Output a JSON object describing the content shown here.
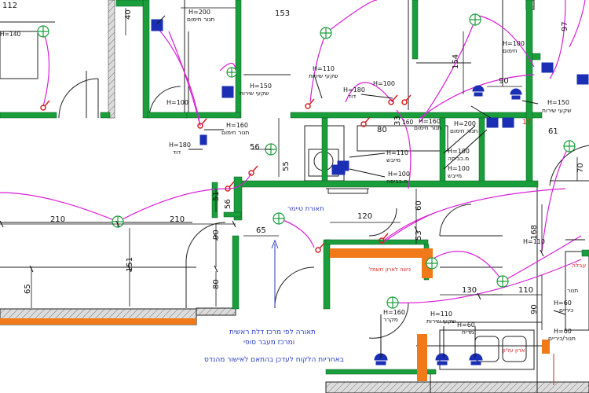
{
  "dimensions": [
    {
      "id": "d112",
      "text": "112"
    },
    {
      "id": "d140",
      "text": "H=140"
    },
    {
      "id": "d40",
      "text": "40"
    },
    {
      "id": "d153",
      "text": "153"
    },
    {
      "id": "d154",
      "text": "154"
    },
    {
      "id": "d90a",
      "text": "90"
    },
    {
      "id": "d97",
      "text": "97"
    },
    {
      "id": "d56a",
      "text": "56"
    },
    {
      "id": "d55",
      "text": "55"
    },
    {
      "id": "d80a",
      "text": "80"
    },
    {
      "id": "d33",
      "text": "33"
    },
    {
      "id": "d61",
      "text": "61"
    },
    {
      "id": "d70",
      "text": "70"
    },
    {
      "id": "d210a",
      "text": "210"
    },
    {
      "id": "d210b",
      "text": "210"
    },
    {
      "id": "d51",
      "text": "51"
    },
    {
      "id": "d56b",
      "text": "56"
    },
    {
      "id": "d65a",
      "text": "65"
    },
    {
      "id": "d120",
      "text": "120"
    },
    {
      "id": "d60",
      "text": "60"
    },
    {
      "id": "d53",
      "text": "53"
    },
    {
      "id": "d90b",
      "text": "90"
    },
    {
      "id": "d80b",
      "text": "80"
    },
    {
      "id": "d151",
      "text": "151"
    },
    {
      "id": "d65b",
      "text": "65"
    },
    {
      "id": "d168",
      "text": "168"
    },
    {
      "id": "d130",
      "text": "130"
    },
    {
      "id": "d110",
      "text": "110"
    },
    {
      "id": "d90c",
      "text": "90"
    },
    {
      "id": "d160",
      "text": "160"
    }
  ],
  "heights": [
    {
      "id": "h200a",
      "text": "H=200"
    },
    {
      "id": "h100a",
      "text": "H=100"
    },
    {
      "id": "h110a",
      "text": "H=110"
    },
    {
      "id": "h150a",
      "text": "H=150"
    },
    {
      "id": "h180a",
      "text": "H=180"
    },
    {
      "id": "h100b",
      "text": "H=100"
    },
    {
      "id": "h160a",
      "text": "H=160"
    },
    {
      "id": "h200b",
      "text": "H=200"
    },
    {
      "id": "h100c",
      "text": "H=100"
    },
    {
      "id": "h160b",
      "text": "H=160"
    },
    {
      "id": "h180b",
      "text": "H=180"
    },
    {
      "id": "h110b",
      "text": "H=110"
    },
    {
      "id": "h100d",
      "text": "H=100"
    },
    {
      "id": "h100e",
      "text": "H=100"
    },
    {
      "id": "h100f",
      "text": "H=100"
    },
    {
      "id": "h150b",
      "text": "H=150"
    },
    {
      "id": "h110c",
      "text": "H=110"
    },
    {
      "id": "h160c",
      "text": "H=160"
    },
    {
      "id": "h110d",
      "text": "H=110"
    },
    {
      "id": "h60a",
      "text": "H=60"
    },
    {
      "id": "h60b",
      "text": "H=60"
    },
    {
      "id": "h60c",
      "text": "H=60"
    }
  ],
  "fixtures": [
    {
      "id": "f1",
      "text": "תנור חימום"
    },
    {
      "id": "f2",
      "text": "שקעי שירות"
    },
    {
      "id": "f3",
      "text": "שקעי שירות"
    },
    {
      "id": "f4",
      "text": "דוד"
    },
    {
      "id": "f5",
      "text": "תנור חימום"
    },
    {
      "id": "f6",
      "text": "דוד"
    },
    {
      "id": "f7",
      "text": "תנור חימום"
    },
    {
      "id": "f8",
      "text": "תנור חימום"
    },
    {
      "id": "f9",
      "text": "מייבש"
    },
    {
      "id": "f10",
      "text": "מ.כביסה"
    },
    {
      "id": "f11",
      "text": "מ.כביסה"
    },
    {
      "id": "f12",
      "text": "מייבש"
    },
    {
      "id": "f13",
      "text": "חימום"
    },
    {
      "id": "f14",
      "text": "שקעי שירות"
    },
    {
      "id": "f15",
      "text": "מקרר"
    },
    {
      "id": "f16",
      "text": "שקעי שירות"
    },
    {
      "id": "f17",
      "text": "מדיח"
    },
    {
      "id": "f18",
      "text": "כיריים"
    },
    {
      "id": "f19",
      "text": "תנור"
    },
    {
      "id": "f20",
      "text": "תנור/כיריים"
    },
    {
      "id": "f21",
      "text": "עבלה"
    }
  ],
  "notes": {
    "timer_light": "תאורת טיימר",
    "niche": "נישה לארון חשמל",
    "cabinet": "ארון עליון",
    "red17": "17",
    "note1": "תאורה לפי מרכז דלת ראשית",
    "note2": "ומרכז מעבר סופי",
    "note3": "באחריות הלקוח לעדכן בהתאם לאישור מהנדס"
  },
  "colors": {
    "wall_green": "#1a9e3c",
    "circuit_magenta": "#d81fd8",
    "orange": "#f07a1a",
    "hatch_fill": "#d9d9d9",
    "fixture_blue": "#1b2fb5",
    "red_symbol": "#d22222",
    "note_blue": "#2a3fbf"
  }
}
